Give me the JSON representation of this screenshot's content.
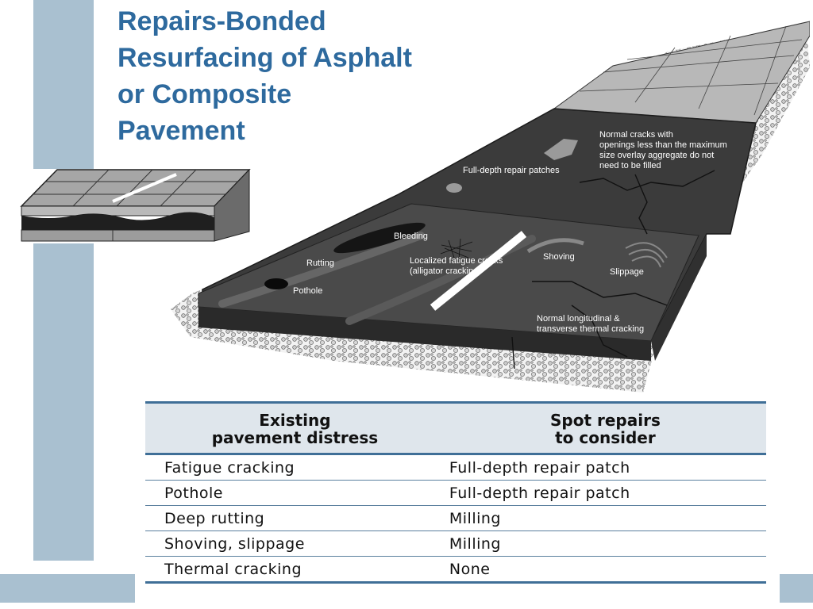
{
  "title": {
    "lines": [
      "Repairs-Bonded",
      "Resurfacing of Asphalt",
      "or Composite",
      "Pavement"
    ]
  },
  "figure": {
    "labels": {
      "normal_cracks": [
        "Normal cracks with",
        "openings less than the maximum",
        "size overlay aggregate do not",
        "need to be filled"
      ],
      "full_depth": "Full-depth repair patches",
      "bleeding": "Bleeding",
      "rutting": "Rutting",
      "localized": [
        "Localized fatigue cracks",
        "(alligator cracking)"
      ],
      "shoving": "Shoving",
      "slippage": "Slippage",
      "pothole": "Pothole",
      "thermal": [
        "Normal longitudinal &",
        "transverse thermal cracking"
      ]
    }
  },
  "table": {
    "headers": [
      [
        "Existing",
        "pavement distress"
      ],
      [
        "Spot repairs",
        "to consider"
      ]
    ],
    "rows": [
      [
        "Fatigue cracking",
        "Full-depth repair patch"
      ],
      [
        "Pothole",
        "Full-depth repair patch"
      ],
      [
        "Deep rutting",
        "Milling"
      ],
      [
        "Shoving, slippage",
        "Milling"
      ],
      [
        "Thermal cracking",
        "None"
      ]
    ]
  },
  "colors": {
    "title": "#2e6a9e",
    "accent_bar": "#a9c0d0",
    "table_rule": "#3f6f97",
    "header_bg": "#dfe6ec"
  }
}
